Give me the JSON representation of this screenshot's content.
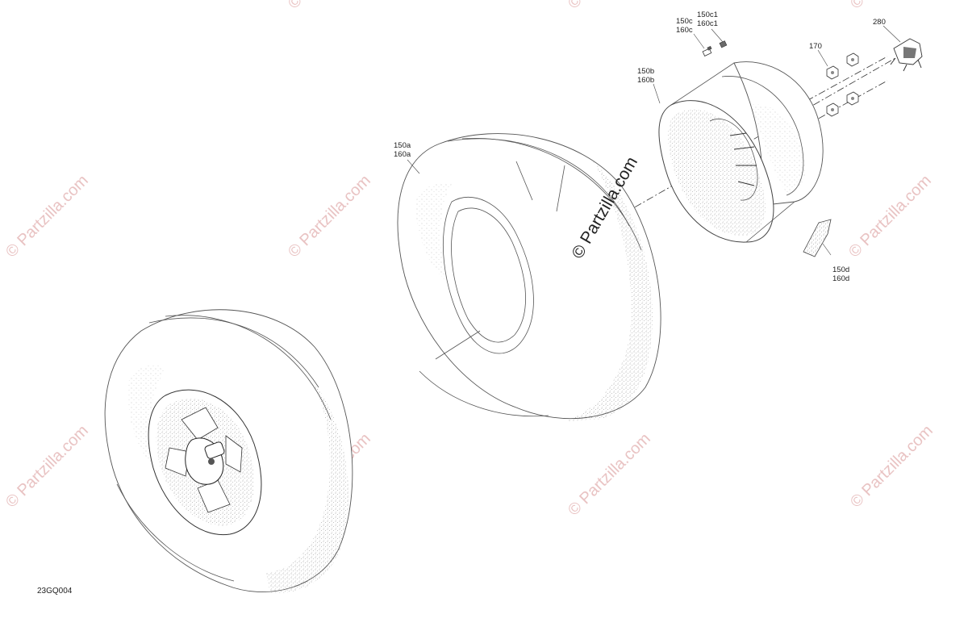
{
  "diagram": {
    "id_code": "23GQ004",
    "watermark_text": "© Partzilla.com",
    "callouts": [
      {
        "key": "tire_outer",
        "lines": [
          "150a",
          "160a"
        ]
      },
      {
        "key": "rim",
        "lines": [
          "150b",
          "160b"
        ]
      },
      {
        "key": "valve_stem",
        "lines": [
          "150c",
          "160c"
        ]
      },
      {
        "key": "valve_cap",
        "lines": [
          "150c1",
          "160c1"
        ]
      },
      {
        "key": "lug_nut",
        "lines": [
          "170"
        ]
      },
      {
        "key": "hub_cap",
        "lines": [
          "280"
        ]
      },
      {
        "key": "weight",
        "lines": [
          "150d",
          "160d"
        ]
      }
    ]
  },
  "colors": {
    "line": "#555555",
    "watermark": "#e9c3c3",
    "stipple": "#9a9a9a"
  },
  "icons": {
    "copyright": "copyright-symbol"
  }
}
